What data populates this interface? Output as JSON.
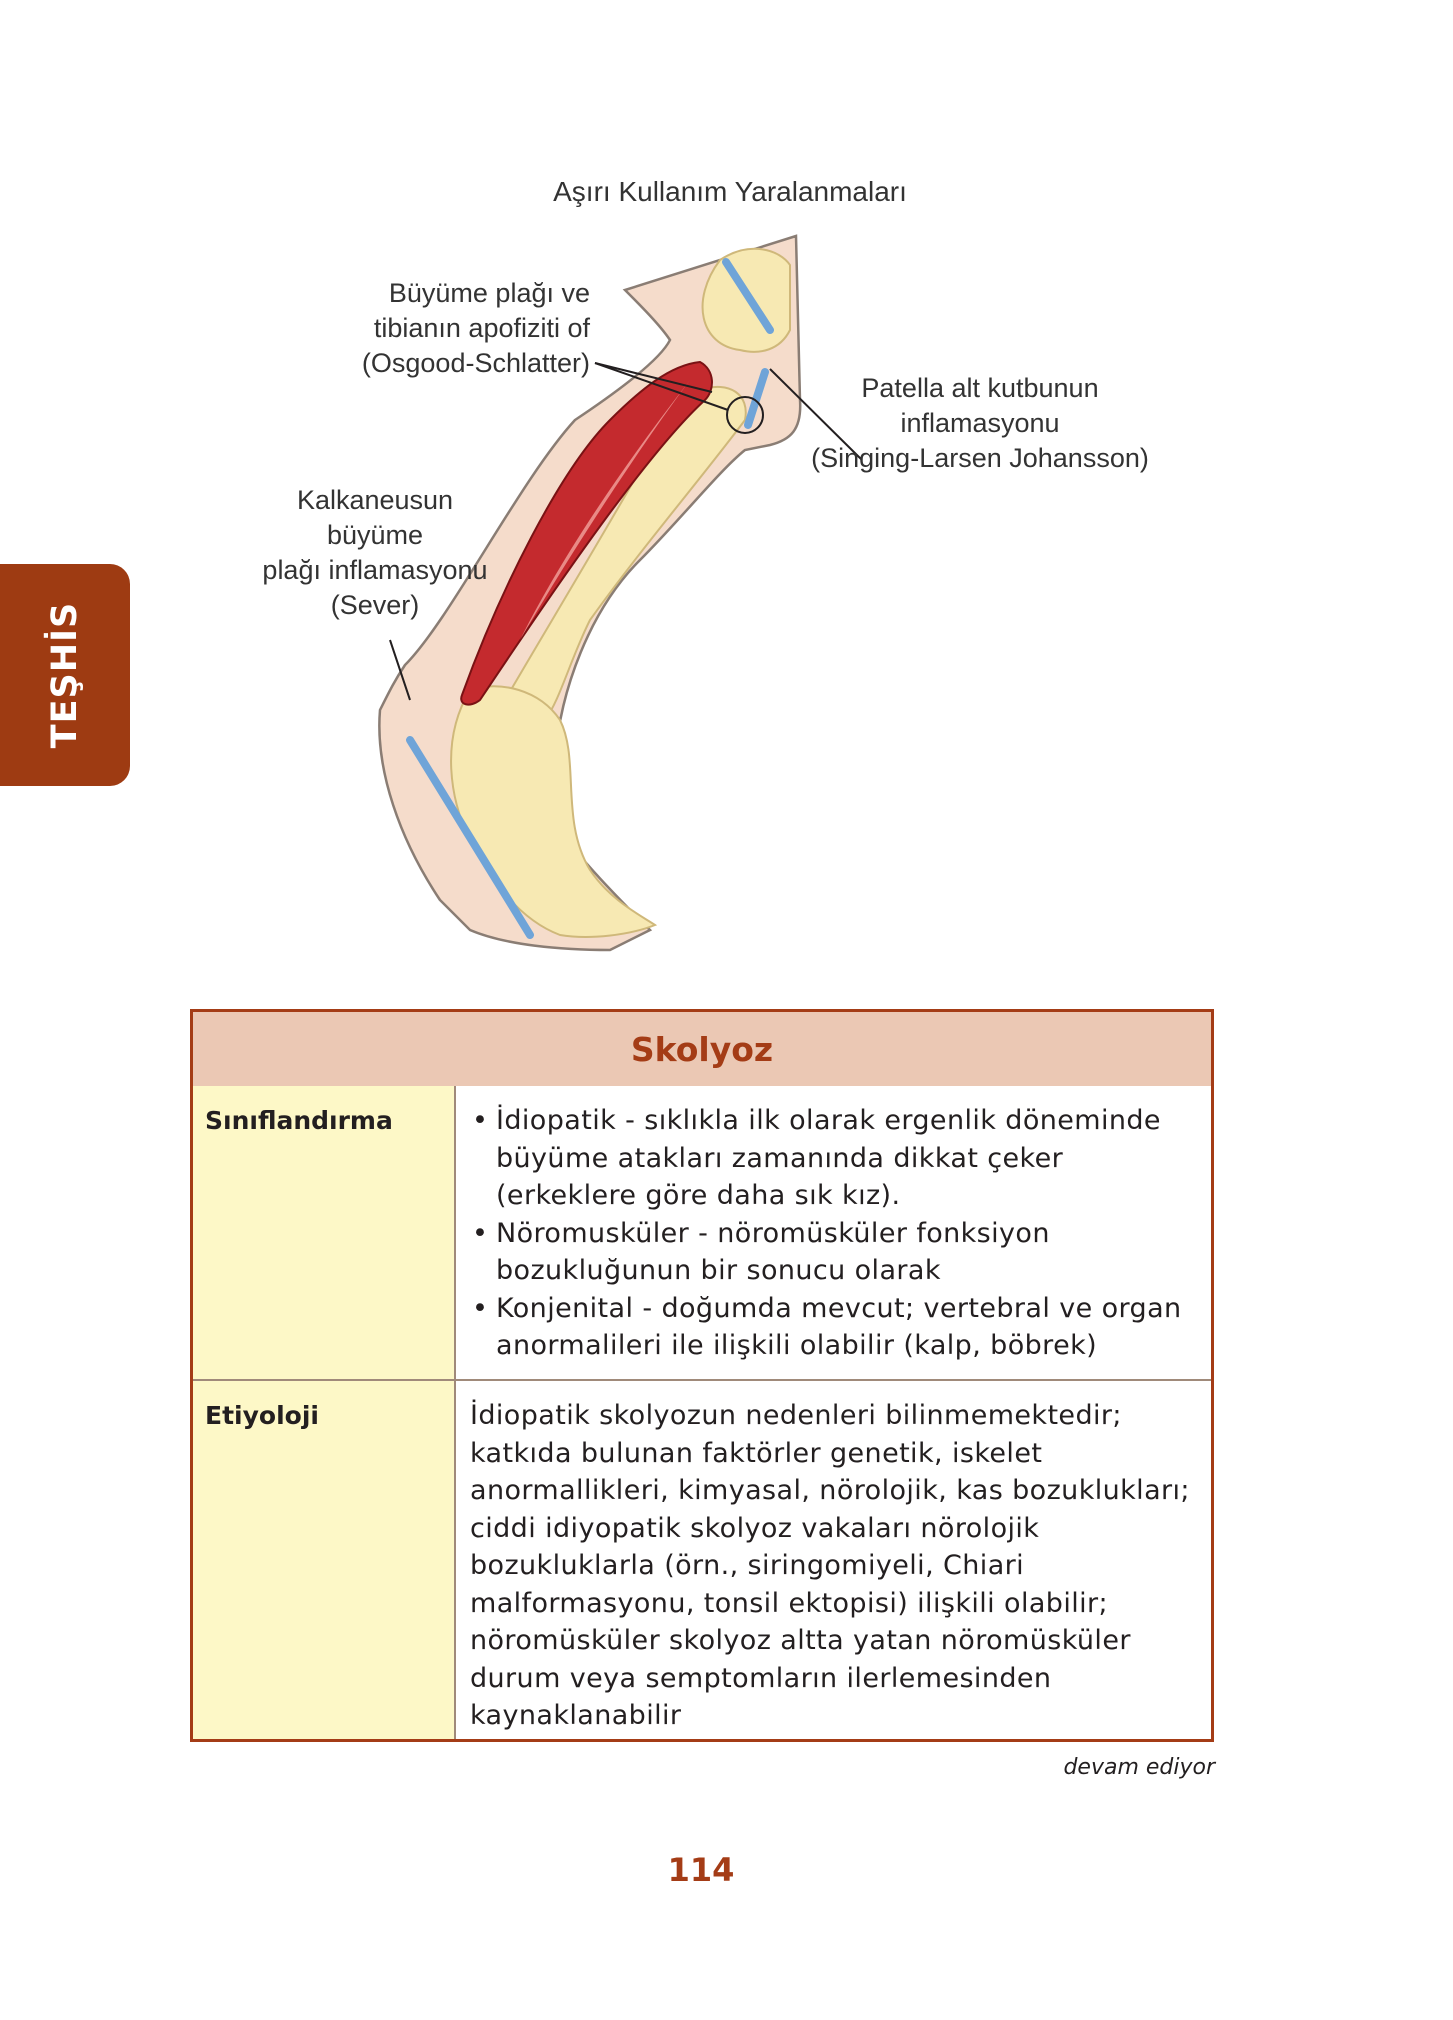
{
  "side_tab": {
    "label": "TEŞHİS",
    "color": "#9e3b12"
  },
  "figure": {
    "title": "Aşırı Kullanım Yaralanmaları",
    "labels": {
      "osgood": [
        "Büyüme plağı ve",
        "tibianın apofiziti of",
        "(Osgood-Schlatter)"
      ],
      "patella": [
        "Patella alt kutbunun",
        "inflamasyonu",
        "(Singing-Larsen Johansson)"
      ],
      "sever": [
        "Kalkaneusun",
        "büyüme",
        "plağı inflamasyonu",
        "(Sever)"
      ]
    }
  },
  "table": {
    "title": "Skolyoz",
    "rows": [
      {
        "label": "Sınıflandırma",
        "bullets": [
          "İdiopatik - sıklıkla ilk olarak ergenlik döneminde büyüme atakları zamanında dikkat çeker (erkeklere göre daha sık kız).",
          "Nöromusküler - nöromüsküler fonksiyon bozukluğunun bir sonucu olarak",
          "Konjenital - doğumda mevcut; vertebral ve organ anormalileri ile ilişkili olabilir (kalp, böbrek)"
        ]
      },
      {
        "label": "Etiyoloji",
        "text": "İdiopatik skolyozun nedenleri bilinmemektedir; katkıda bulunan faktörler genetik, iskelet anormallikleri, kimyasal, nörolojik, kas bozuklukları; ciddi idiyopatik skolyoz vakaları nörolojik bozukluklarla (örn., siringomiyeli, Chiari malformasyonu, tonsil ektopisi) ilişkili olabilir; nöromüsküler skolyoz altta yatan nöromüsküler durum veya semptomların ilerlemesinden kaynaklanabilir"
      }
    ],
    "colors": {
      "border": "#a43c16",
      "header_bg": "#ebc8b4",
      "label_bg": "#fdf8c7"
    }
  },
  "footer": {
    "continued": "devam ediyor",
    "page_number": "114"
  }
}
